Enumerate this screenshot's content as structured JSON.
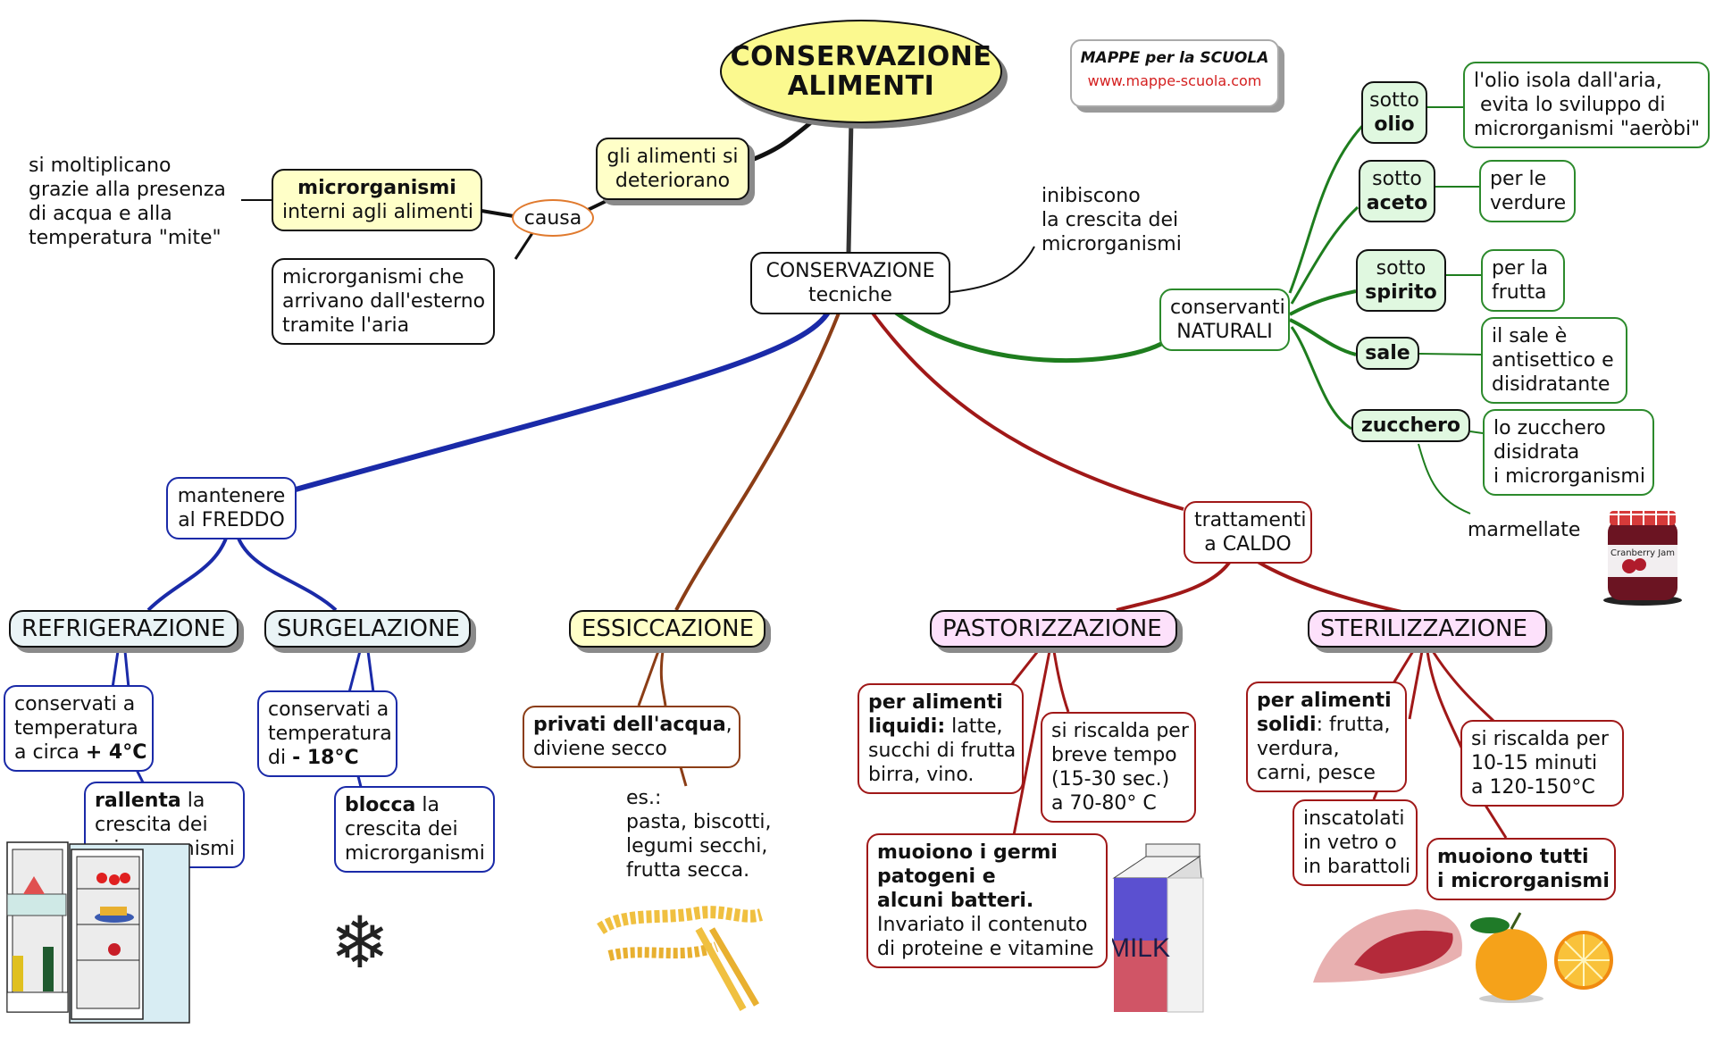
{
  "title": {
    "line1": "CONSERVAZIONE",
    "line2": "ALIMENTI"
  },
  "logo": {
    "line1": "MAPPE per la SCUOLA",
    "line2": "www.mappe-scuola.com"
  },
  "colors": {
    "cold": "#1a2aa8",
    "dry": "#8b3d16",
    "hot": "#a01818",
    "natural": "#2c8a2c",
    "main": "#111111",
    "cause": "#e07a2e"
  },
  "cause_branch": {
    "deteriorate": {
      "line1": "gli alimenti si",
      "line2": "deteriorano"
    },
    "link": "causa",
    "internal": {
      "bold": "microrganismi",
      "line2": "interni agli alimenti"
    },
    "internal_note": "si moltiplicano\ngrazie alla presenza\ndi acqua e alla\ntemperatura \"mite\"",
    "external": "microrganismi che\narrivano dall'esterno\ntramite l'aria"
  },
  "techniques": {
    "line1": "CONSERVAZIONE",
    "line2": "tecniche",
    "note": "inibiscono\nla crescita dei\nmicrorganismi"
  },
  "natural": {
    "label": {
      "line1": "conservanti",
      "line2": "NATURALI"
    },
    "items": [
      {
        "pre": "sotto",
        "bold": "olio",
        "desc": "l'olio isola dall'aria,\n evita lo sviluppo di\nmicrorganismi \"aeròbi\""
      },
      {
        "pre": "sotto",
        "bold": "aceto",
        "desc": "per le\nverdure"
      },
      {
        "pre": "sotto",
        "bold": "spirito",
        "desc": "per la\nfrutta"
      },
      {
        "pre": "",
        "bold": "sale",
        "desc": "il sale è\nantisettico e\ndisidratante"
      },
      {
        "pre": "",
        "bold": "zucchero",
        "desc": "lo zucchero\ndisidrata\ni microrganismi"
      }
    ],
    "example": "marmellate",
    "jar_label": "Cranberry Jam"
  },
  "cold": {
    "label": {
      "line1": "mantenere",
      "line2": "al FREDDO"
    },
    "refrigeration": {
      "title": "REFRIGERAZIONE",
      "temp": {
        "text": "conservati a\ntemperatura\na circa ",
        "bold": "+ 4°C"
      },
      "effect": {
        "bold": "rallenta",
        "rest1": " la",
        "rest2": "crescita dei\nmicrorganismi"
      }
    },
    "freezing": {
      "title": "SURGELAZIONE",
      "temp": {
        "text": "conservati a\ntemperatura\ndi ",
        "bold": "- 18°C"
      },
      "effect": {
        "bold": "blocca",
        "rest1": " la",
        "rest2": "crescita dei\nmicrorganismi"
      }
    }
  },
  "dry": {
    "title": "ESSICCAZIONE",
    "desc": {
      "bold": "privati dell'acqua",
      "rest": ",",
      "line2": "diviene secco"
    },
    "examples": "es.:\npasta, biscotti,\nlegumi secchi,\nfrutta secca."
  },
  "hot": {
    "label": {
      "line1": "trattamenti",
      "line2": "a CALDO"
    },
    "pasteurization": {
      "title": "PASTORIZZAZIONE",
      "for": {
        "bold1": "per alimenti",
        "bold2": "liquidi:",
        "rest": " latte,",
        "line3": "succhi di frutta\nbirra, vino."
      },
      "heat": "si riscalda per\nbreve tempo\n(15-30 sec.)\na 70-80° C",
      "effect": {
        "bold": "muoiono i germi\npatogeni e\nalcuni batteri.",
        "rest": "Invariato il contenuto\ndi proteine e vitamine"
      },
      "milk_label": "MILK"
    },
    "sterilization": {
      "title": "STERILIZZAZIONE",
      "for": {
        "bold1": "per alimenti",
        "bold2": "solidi",
        "rest": ": frutta,",
        "line3": "verdura,\ncarni, pesce"
      },
      "canned": "inscatolati\nin vetro o\nin barattoli",
      "heat": "si riscalda per\n10-15 minuti\na 120-150°C",
      "effect": "muoiono tutti\ni microrganismi"
    }
  }
}
